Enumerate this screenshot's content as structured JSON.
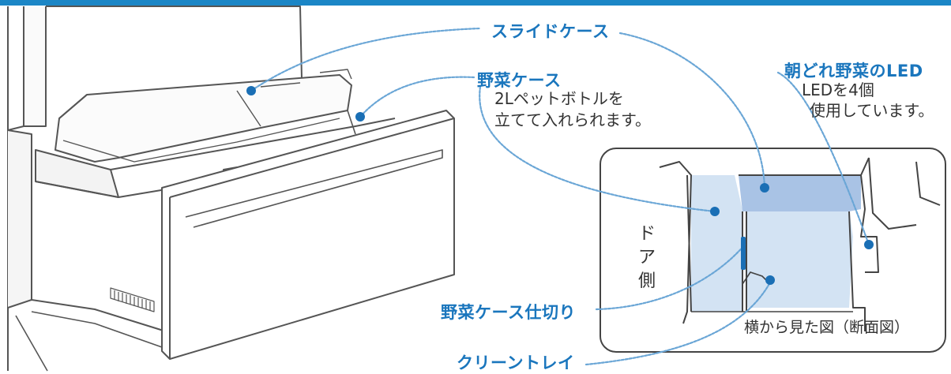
{
  "labels": {
    "slide_case": "スライドケース",
    "vegetable_case": "野菜ケース",
    "vegetable_case_desc_1": "2Lペットボトルを",
    "vegetable_case_desc_2": "立てて入れられます。",
    "led_title": "朝どれ野菜のLED",
    "led_desc_1": "LEDを4個",
    "led_desc_2": "使用しています。",
    "divider": "野菜ケース仕切り",
    "clean_tray": "クリーントレイ",
    "door_side_1": "ド",
    "door_side_2": "ア",
    "door_side_3": "側",
    "section_caption": "横から見た図（断面図）"
  },
  "colors": {
    "accent": "#1b86c6",
    "label_blue": "#1a76bd",
    "case_light": "#d3e3f3",
    "case_mid": "#a9c3e5",
    "outline": "#555555"
  }
}
